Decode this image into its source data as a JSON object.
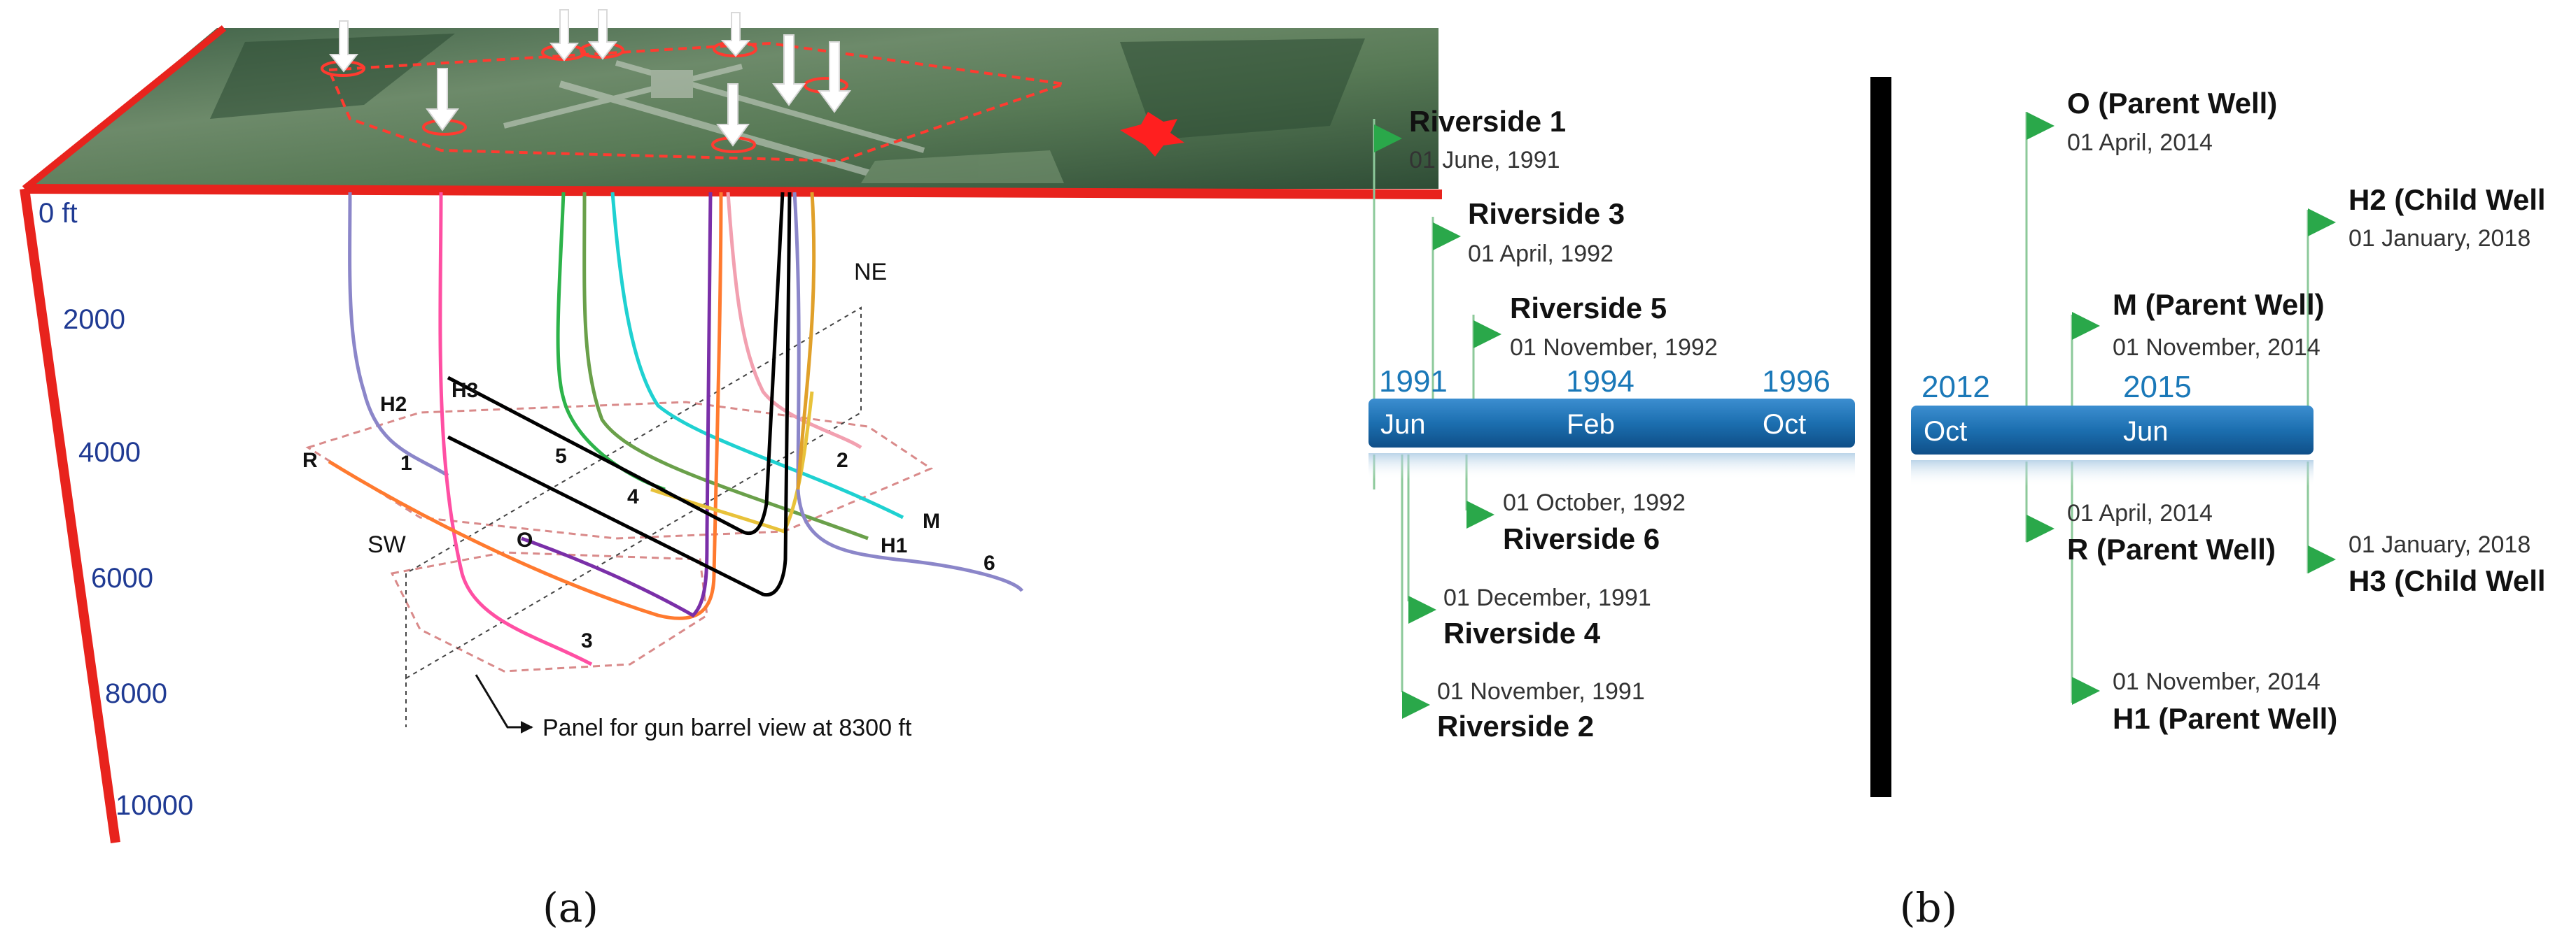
{
  "panel_a": {
    "caption": "(a)",
    "depth_ticks": [
      "0 ft",
      "2000",
      "4000",
      "6000",
      "8000",
      "10000"
    ],
    "direction_labels": {
      "ne": "NE",
      "sw": "SW"
    },
    "annotation": "Panel for gun barrel view at 8300 ft",
    "well_labels": {
      "h2": "H2",
      "h3": "H3",
      "r": "R",
      "one": "1",
      "five": "5",
      "four": "4",
      "two": "2",
      "o": "O",
      "m": "M",
      "h1": "H1",
      "six": "6",
      "three": "3"
    },
    "colors": {
      "axis": "#e8231d",
      "depth_text": "#1f3a93",
      "map_green": "#5a7a5c"
    }
  },
  "panel_b": {
    "caption": "(b)",
    "left_timeline": {
      "ticks": [
        {
          "year": "1991",
          "month": "Jun"
        },
        {
          "year": "1994",
          "month": "Feb"
        },
        {
          "year": "1996",
          "month": "Oct"
        }
      ],
      "events_above": [
        {
          "title": "Riverside 1",
          "date": "01 June, 1991"
        },
        {
          "title": "Riverside 3",
          "date": "01 April, 1992"
        },
        {
          "title": "Riverside 5",
          "date": "01 November, 1992"
        }
      ],
      "events_below": [
        {
          "title": "Riverside 6",
          "date": "01 October, 1992"
        },
        {
          "title": "Riverside 4",
          "date": "01 December, 1991"
        },
        {
          "title": "Riverside 2",
          "date": "01 November, 1991"
        }
      ]
    },
    "right_timeline": {
      "ticks": [
        {
          "year": "2012",
          "month": "Oct"
        },
        {
          "year": "2015",
          "month": "Jun"
        }
      ],
      "events_above": [
        {
          "title": "O (Parent Well)",
          "date": "01 April, 2014"
        },
        {
          "title": "H2 (Child Well",
          "date": "01 January, 2018"
        },
        {
          "title": "M (Parent Well)",
          "date": "01 November, 2014"
        }
      ],
      "events_below": [
        {
          "title": "R (Parent Well)",
          "date": "01 April, 2014"
        },
        {
          "title": "H3 (Child Well",
          "date": "01 January, 2018"
        },
        {
          "title": "H1 (Parent Well)",
          "date": "01 November, 2014"
        }
      ]
    },
    "colors": {
      "bar": "#1c6fb0",
      "flag": "#2aa84a",
      "stem": "#8cc99a",
      "divider": "#000000"
    }
  }
}
